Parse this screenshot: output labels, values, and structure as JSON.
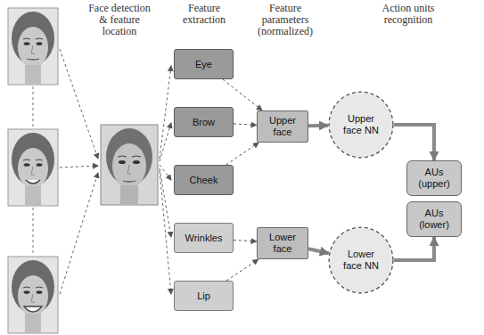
{
  "diagram": {
    "nodes": [
      {
        "text": [
          "Eye"
        ]
      },
      {
        "text": [
          "Brow"
        ]
      },
      {
        "text": [
          "Cheek"
        ]
      },
      {
        "text": [
          "Wrinkles"
        ]
      },
      {
        "text": [
          "Lip"
        ]
      },
      {
        "text": [
          "Upper face"
        ]
      },
      {
        "text": [
          "Lower face"
        ]
      },
      {
        "text": [
          "Upper face NN"
        ]
      },
      {
        "text": [
          "Lower face NN"
        ]
      },
      {
        "text": [
          "AUs (upper)"
        ]
      },
      {
        "text": [
          "AUs (lower)"
        ]
      }
    ],
    "edges": [
      {
        "from": 0,
        "to": 5,
        "arrow": "to"
      },
      {
        "from": 1,
        "to": 5,
        "arrow": "to"
      },
      {
        "from": 2,
        "to": 5,
        "arrow": "to"
      },
      {
        "from": 3,
        "to": 6,
        "arrow": "to"
      },
      {
        "from": 4,
        "to": 6,
        "arrow": "to"
      },
      {
        "from": 5,
        "to": 7,
        "arrow": "to"
      },
      {
        "from": 6,
        "to": 8,
        "arrow": "to"
      },
      {
        "from": 7,
        "to": 9,
        "arrow": "to"
      },
      {
        "from": 8,
        "to": 10,
        "arrow": "to"
      }
    ],
    "labels": [
      "Face detection & feature location",
      "Feature extraction",
      "Feature parameters (normalized)",
      "Action units recognition"
    ]
  }
}
